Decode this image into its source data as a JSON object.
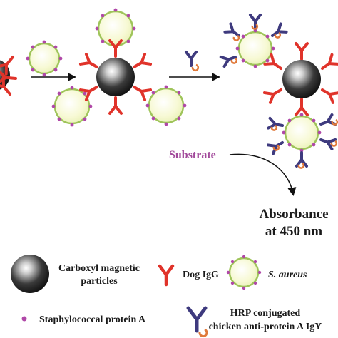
{
  "diagram": {
    "substrate_label": "Substrate",
    "result_line1": "Absorbance",
    "result_line2": "at 450 nm"
  },
  "legend": {
    "magnetic_line1": "Carboxyl magnetic",
    "magnetic_line2": "particles",
    "dog_igg": "Dog IgG",
    "s_aureus": "S. aureus",
    "protein_a": "Staphylococcal protein A",
    "hrp_line1": "HRP conjugated",
    "hrp_line2": "chicken anti-protein A IgY"
  },
  "colors": {
    "dog_igg": "#e0332a",
    "hrp_igy": "#3e3a7e",
    "hrp_tag": "#e0793a",
    "bacteria_fill": "#f5f8c8",
    "bacteria_stroke": "#9fc45a",
    "protein_a_dot": "#b048a8",
    "substrate_text": "#a24a9b"
  }
}
